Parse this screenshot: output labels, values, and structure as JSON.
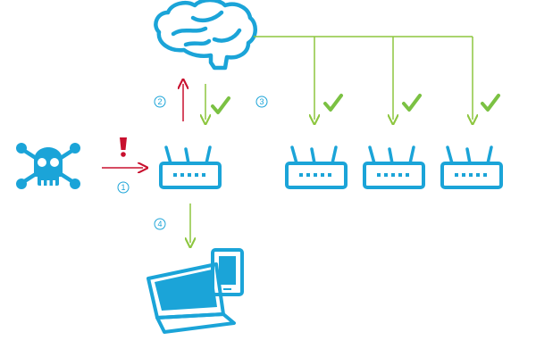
{
  "diagram": {
    "colors": {
      "device_blue": "#1ba4d8",
      "arrow_red": "#c8102e",
      "arrow_green": "#8dc63f",
      "check_green": "#7bc143",
      "step_blue": "#1ba4d8",
      "alert_red": "#c8102e"
    },
    "icons": {
      "cloud": "cloud-brain-icon",
      "attacker": "skull-crossbones-icon",
      "router_main": "router-icon",
      "routers_peer": [
        "router-icon",
        "router-icon",
        "router-icon"
      ],
      "laptop": "laptop-icon",
      "phone": "smartphone-icon",
      "alert": "exclamation-icon",
      "check": "checkmark-icon"
    },
    "steps": {
      "attack": "1",
      "report": "2",
      "distribute": "3",
      "protect": "4"
    }
  }
}
